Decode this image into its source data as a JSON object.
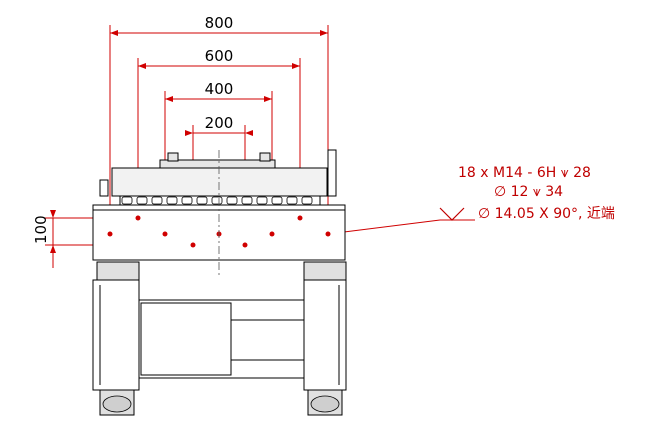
{
  "dimensions": {
    "d800": "800",
    "d600": "600",
    "d400": "400",
    "d200": "200",
    "vertical": "100"
  },
  "callout": {
    "line1": "18 x  M14 - 6H ⩛ 28",
    "line2": "∅ 12 ⩛ 34",
    "line3": "∅  14.05 X 90°, 近端"
  },
  "colors": {
    "dimension": "#d00000",
    "outline": "#000000",
    "centerline": "#555555"
  }
}
